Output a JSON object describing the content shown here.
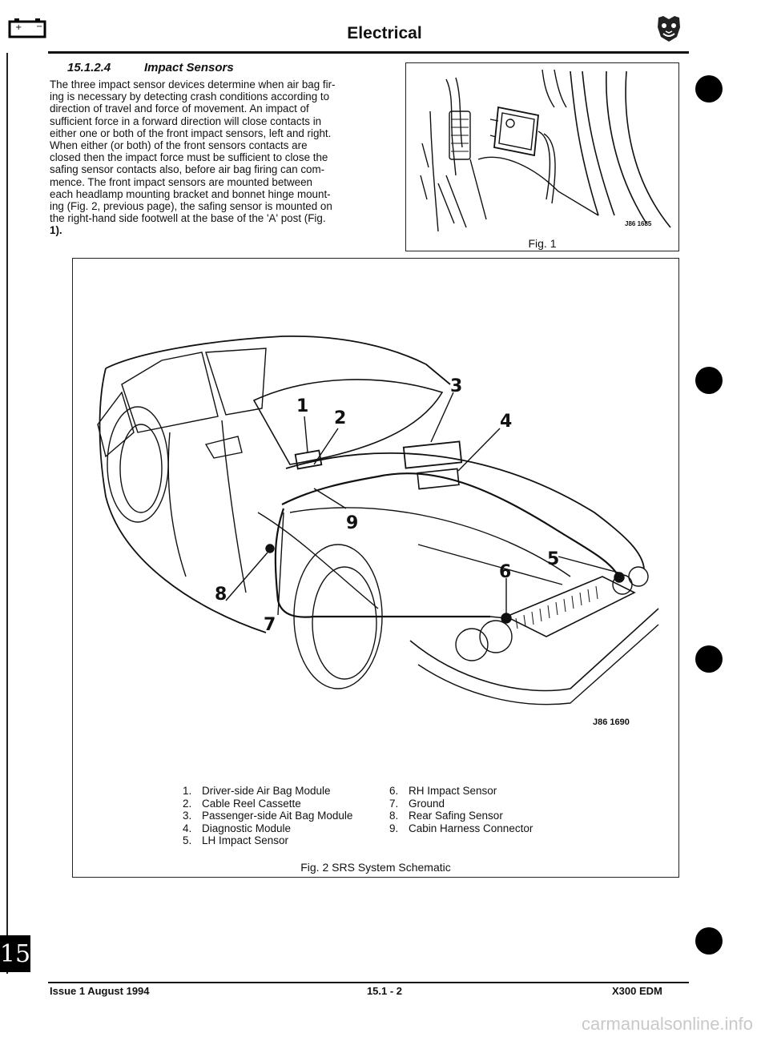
{
  "header": {
    "title": "Electrical",
    "battery_icon": "battery-icon",
    "emblem_icon": "jaguar-emblem-icon"
  },
  "section": {
    "number": "15.1.2.4",
    "title": "Impact Sensors"
  },
  "body_lines": [
    "The three impact sensor devices determine when air bag fir-",
    "ing is necessary by detecting crash conditions according to",
    "direction of travel and force of movement.  An impact of",
    "sufficient force in a forward direction will close contacts in",
    "either one or both of the front impact sensors, left and right.",
    "When either (or both) of the front sensors contacts are",
    "closed then the impact force must be sufficient to close the",
    "safing sensor contacts also, before air bag firing can com-",
    "mence.  The front impact sensors are mounted between",
    "each headlamp mounting bracket and bonnet hinge mount-",
    "ing (Fig. 2, previous page), the safing sensor is mounted on",
    "the right-hand side footwell at the base of the 'A' post (Fig.",
    "1)."
  ],
  "figure1": {
    "caption": "Fig. 1",
    "ref": "J86 1685"
  },
  "figure2": {
    "caption": "Fig. 2  SRS System Schematic",
    "ref": "J86 1690",
    "callouts": [
      "1",
      "2",
      "3",
      "4",
      "5",
      "6",
      "7",
      "8",
      "9"
    ],
    "legend_left": [
      {
        "num": "1.",
        "label": "Driver-side Air Bag Module"
      },
      {
        "num": "2.",
        "label": "Cable Reel Cassette"
      },
      {
        "num": "3.",
        "label": "Passenger-side Ait Bag Module"
      },
      {
        "num": "4.",
        "label": "Diagnostic Module"
      },
      {
        "num": "5.",
        "label": "LH Impact Sensor"
      }
    ],
    "legend_right": [
      {
        "num": "6.",
        "label": "RH Impact Sensor"
      },
      {
        "num": "7.",
        "label": "Ground"
      },
      {
        "num": "8.",
        "label": "Rear Safing Sensor"
      },
      {
        "num": "9.",
        "label": "Cabin Harness Connector"
      }
    ]
  },
  "chapter_tab": "15",
  "footer": {
    "issue": "Issue 1 August 1994",
    "page": "15.1 - 2",
    "doc": "X300 EDM"
  },
  "watermark": "carmanualsonline.info"
}
